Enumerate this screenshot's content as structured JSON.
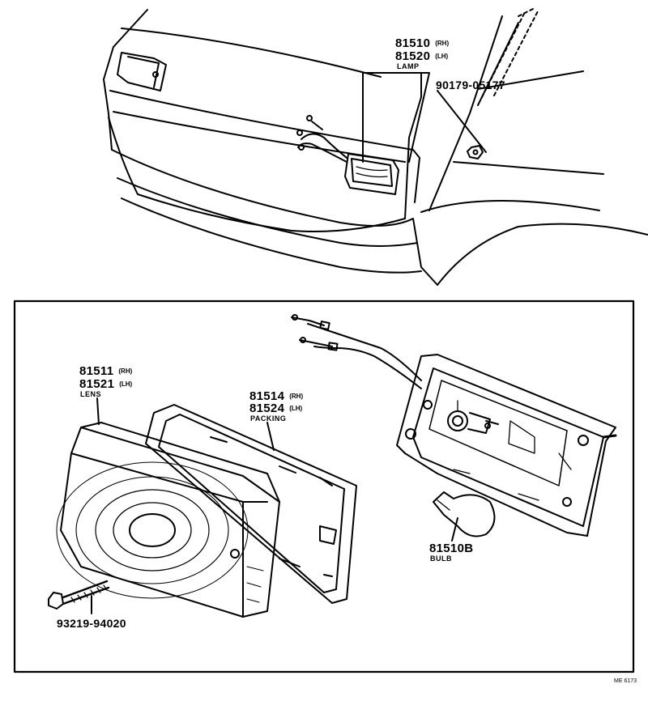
{
  "callouts": {
    "lamp_rh": {
      "number": "81510",
      "side": "(RH)"
    },
    "lamp_lh": {
      "number": "81520",
      "side": "(LH)"
    },
    "lamp_name": "LAMP",
    "screw": {
      "number": "90179-05177"
    },
    "lens_rh": {
      "number": "81511",
      "side": "(RH)"
    },
    "lens_lh": {
      "number": "81521",
      "side": "(LH)"
    },
    "lens_name": "LENS",
    "packing_rh": {
      "number": "81514",
      "side": "(RH)"
    },
    "packing_lh": {
      "number": "81524",
      "side": "(LH)"
    },
    "packing_name": "PACKING",
    "bulb": {
      "number": "81510B"
    },
    "bulb_name": "BULB",
    "bolt": {
      "number": "93219-94020"
    }
  },
  "figure_code": "ME 6173"
}
